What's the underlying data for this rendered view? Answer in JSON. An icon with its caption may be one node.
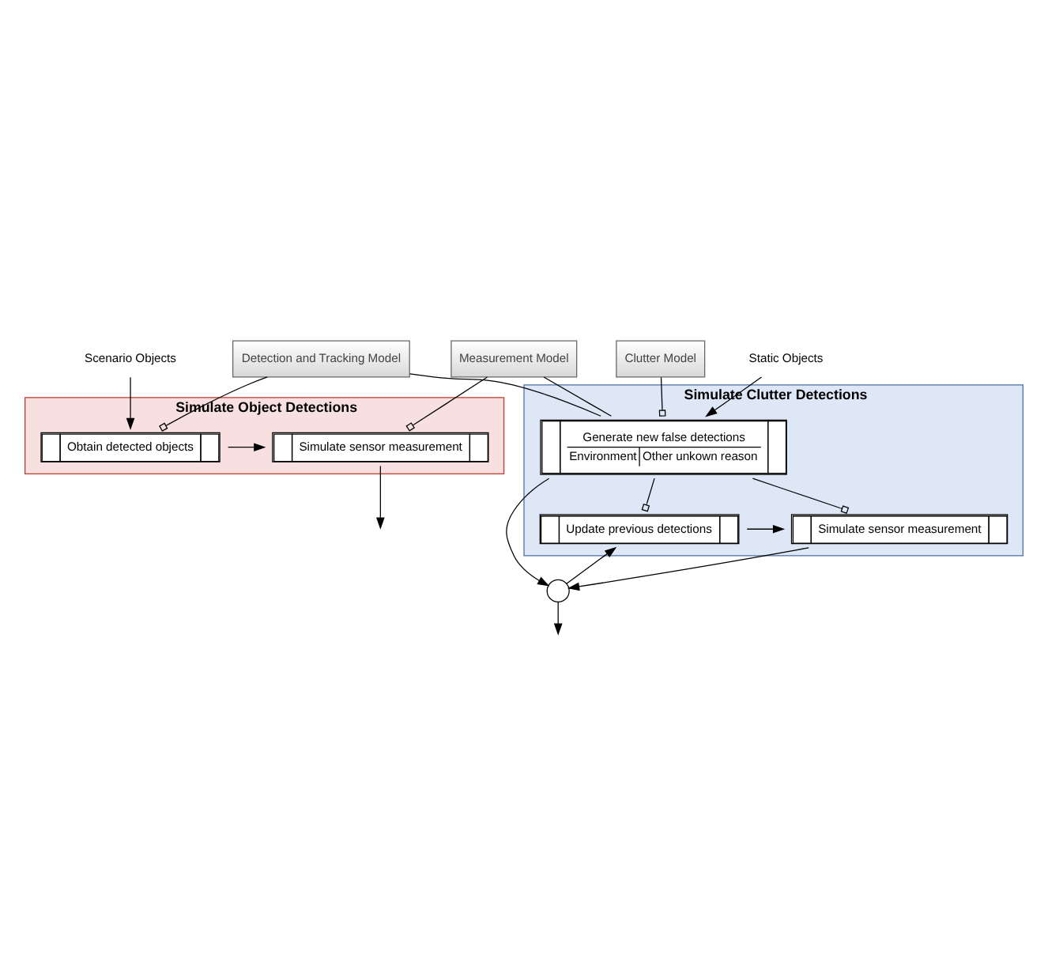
{
  "diagram": {
    "nodes": [
      {
        "text": [
          "Simulate Object Detections"
        ]
      },
      {
        "text": [
          "Obtain detected objects"
        ],
        "in": 0
      },
      {
        "text": [
          "Simulate sensor measurement"
        ],
        "in": 0
      },
      {
        "text": [
          "Detection and Tracking Model"
        ]
      },
      {
        "text": [
          "Clutter Model"
        ]
      },
      {
        "text": [
          "Measurement Model"
        ]
      },
      {
        "text": [
          "Simulate Clutter Detections"
        ]
      },
      {
        "text": [
          "Generate new false detections",
          "Environment",
          "Other unkown reason"
        ],
        "in": 6
      },
      {
        "text": [
          "Update previous detections"
        ],
        "in": 6
      },
      {
        "text": [
          "Simulate sensor measurement"
        ],
        "in": 6
      },
      {
        "text": [],
        "shape": "circle"
      },
      {
        "text": [
          "Scenario Objects"
        ]
      },
      {
        "text": [
          "Static Objects"
        ]
      }
    ],
    "edges": [
      {
        "from": 11,
        "to": 1,
        "arrow": "to"
      },
      {
        "from": 1,
        "to": 2,
        "arrow": "to"
      },
      {
        "from": 2,
        "to": null,
        "arrow": "to"
      },
      {
        "from": 3,
        "to": 1,
        "arrow": "other"
      },
      {
        "from": 5,
        "to": 2,
        "arrow": "other"
      },
      {
        "from": 3,
        "to": 7,
        "arrow": "none"
      },
      {
        "from": 4,
        "to": 7,
        "arrow": "other"
      },
      {
        "from": 5,
        "to": 7,
        "arrow": "none"
      },
      {
        "from": 12,
        "to": 7,
        "arrow": "to"
      },
      {
        "from": 7,
        "to": 8,
        "arrow": "other"
      },
      {
        "from": 7,
        "to": 9,
        "arrow": "other"
      },
      {
        "from": 8,
        "to": 9,
        "arrow": "to"
      },
      {
        "from": 7,
        "to": 10,
        "arrow": "to"
      },
      {
        "from": 9,
        "to": 10,
        "arrow": "to"
      },
      {
        "from": 10,
        "to": null,
        "arrow": "to"
      },
      {
        "from": 10,
        "to": 8,
        "arrow": "to"
      }
    ]
  }
}
